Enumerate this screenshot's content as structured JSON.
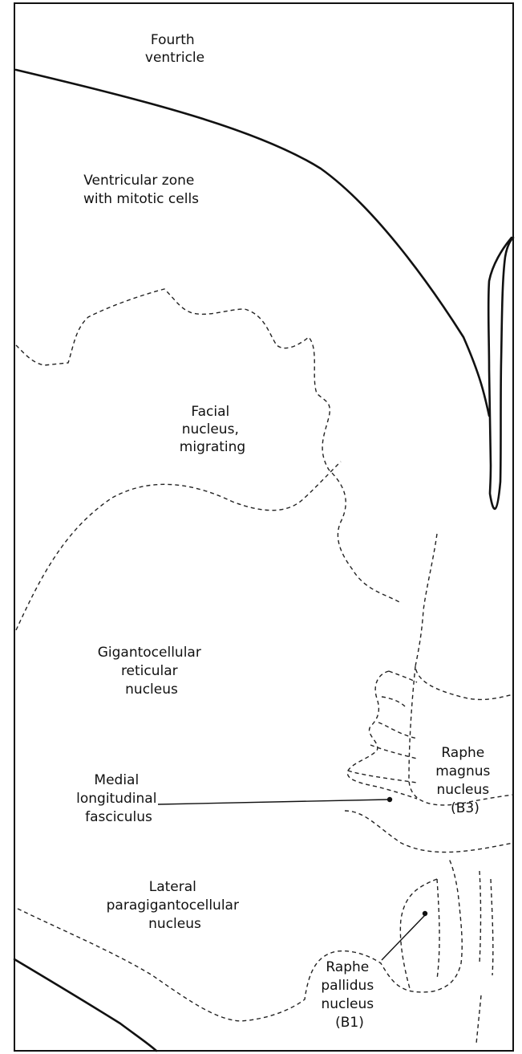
{
  "labels": {
    "fourth_ventricle": [
      "Fourth",
      "ventricle"
    ],
    "ventricular_zone": [
      "Ventricular zone",
      "with mitotic cells"
    ],
    "facial_nucleus": [
      "Facial",
      "nucleus,",
      "migrating"
    ],
    "gigantocellular": [
      "Gigantocellular",
      "reticular",
      "nucleus"
    ],
    "medial_longitudinal": [
      "Medial",
      "longitudinal",
      "fasciculus"
    ],
    "raphe_magnus": [
      "Raphe",
      "magnus",
      "nucleus",
      "(B3)"
    ],
    "lateral_paragigantocellular": [
      "Lateral",
      "paragigantocellular",
      "nucleus"
    ],
    "raphe_pallidus": [
      "Raphe",
      "pallidus",
      "nucleus",
      "(B1)"
    ]
  }
}
